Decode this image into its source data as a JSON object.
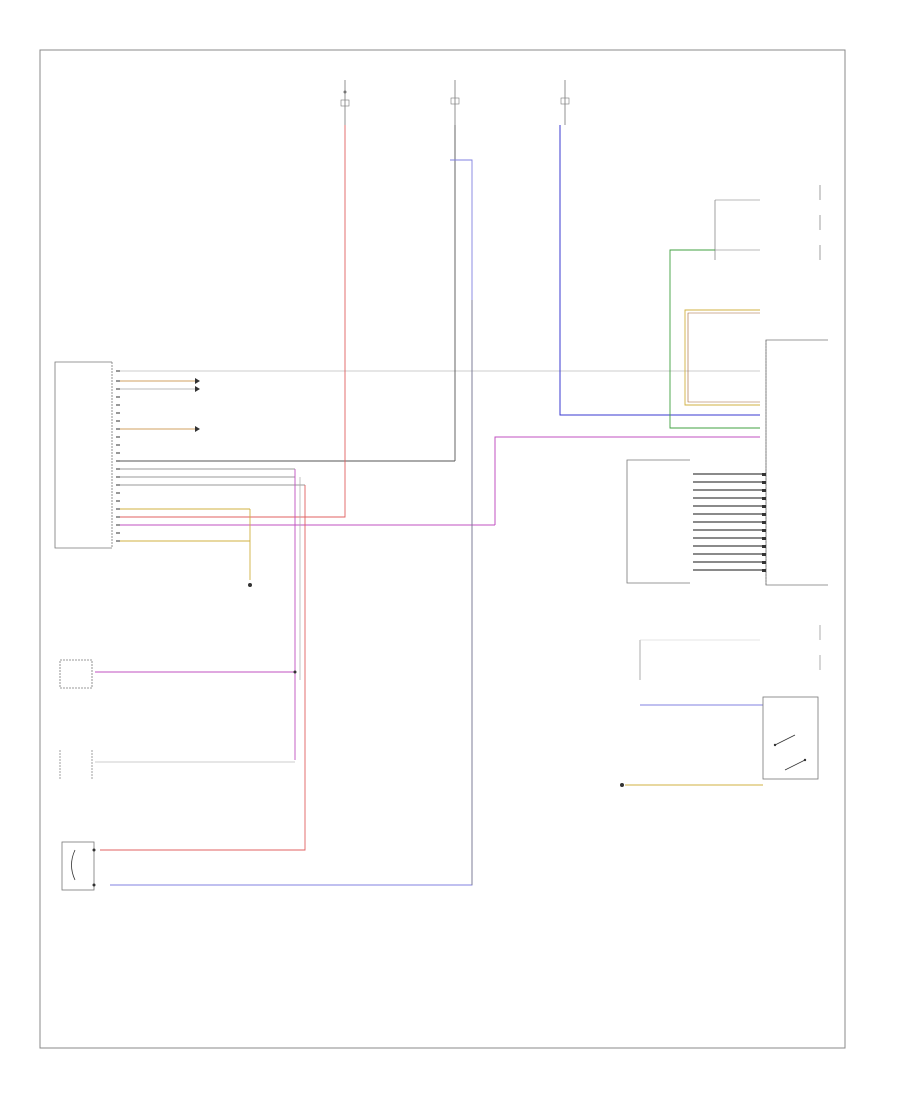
{
  "diagram": {
    "footer_code": "",
    "colors": {
      "frame": "#888888",
      "wire_black": "#222222",
      "wire_red": "#e06060",
      "wire_blue": "#3a3ad0",
      "wire_violet": "#c050c0",
      "wire_green": "#40a040",
      "wire_yellow": "#d0b040",
      "wire_brown": "#a06030",
      "wire_grey": "#aaaaaa",
      "wire_lightblue": "#8080e0"
    },
    "components": [
      {
        "id": "transmission-control-module",
        "label": "",
        "icon": "module-box-icon"
      },
      {
        "id": "engine-control-module",
        "label": "",
        "icon": "module-box-icon"
      },
      {
        "id": "convenience-control-module",
        "label": "",
        "icon": "module-box-icon"
      },
      {
        "id": "shift-lock-solenoid",
        "label": "",
        "icon": "solenoid-icon"
      },
      {
        "id": "selector-lever-sensor",
        "label": "",
        "icon": "sensor-box-icon"
      },
      {
        "id": "selector-lever-control-module",
        "label": "",
        "icon": "module-box-icon"
      },
      {
        "id": "instrument-cluster",
        "label": "",
        "icon": "module-box-icon"
      },
      {
        "id": "transmission-range-switch",
        "label": "",
        "icon": "switch-icon"
      }
    ]
  }
}
